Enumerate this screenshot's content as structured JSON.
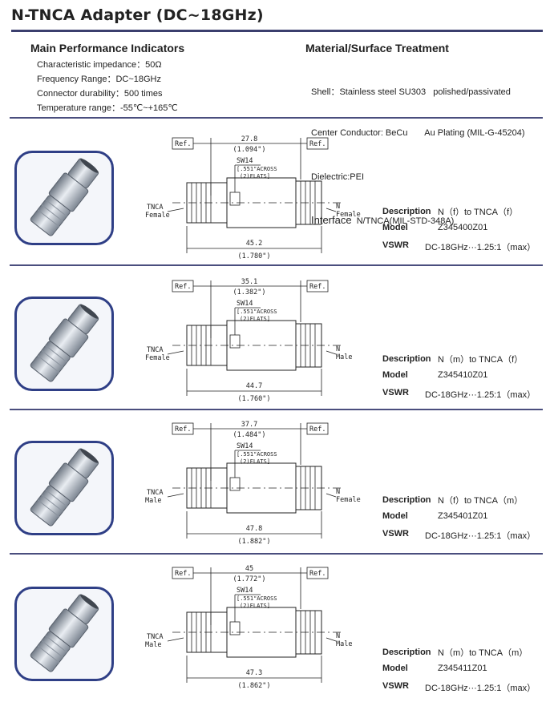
{
  "title": "N-TNCA Adapter (DC~18GHz)",
  "performance": {
    "heading": "Main Performance Indicators",
    "lines": [
      "Characteristic impedance：50Ω",
      "Frequency Range：DC~18GHz",
      "Connector durability：500 times",
      "Temperature range：-55℃~+165℃"
    ]
  },
  "material": {
    "heading": "Material/Surface Treatment",
    "shell": "Shell：Stainless steel SU303   polished/passivated",
    "center": "Center Conductor: BeCu       Au Plating (MIL-G-45204)",
    "dielectric": "Dielectric:PEI",
    "interface_label": "Interface",
    "interface_value": "N/TNCA(MIL-STD-348A)"
  },
  "labels": {
    "description": "Description",
    "model": "Model",
    "vswr": "VSWR"
  },
  "products": [
    {
      "description": "N（f）to TNCA（f）",
      "model": "Z345400Z01",
      "vswr": "DC-18GHz···1.25:1（max）",
      "dims": {
        "top": "27.8",
        "top_in": "(1.094\")",
        "sw": "SW14",
        "flats_a": "[.551\"ACROSS",
        "flats_b": "(2)FLATS]",
        "overall": "45.2",
        "overall_in": "(1.780\")",
        "ref": "Ref.",
        "left_a": "TNCA",
        "left_b": "Female",
        "right_a": "N",
        "right_b": "Female"
      }
    },
    {
      "description": "N（m）to TNCA（f）",
      "model": "Z345410Z01",
      "vswr": "DC-18GHz···1.25:1（max）",
      "dims": {
        "top": "35.1",
        "top_in": "(1.382\")",
        "sw": "SW14",
        "flats_a": "[.551\"ACROSS",
        "flats_b": "(2)FLATS]",
        "overall": "44.7",
        "overall_in": "(1.760\")",
        "ref": "Ref.",
        "left_a": "TNCA",
        "left_b": "Female",
        "right_a": "N",
        "right_b": "Male"
      }
    },
    {
      "description": "N（f）to TNCA（m）",
      "model": "Z345401Z01",
      "vswr": "DC-18GHz···1.25:1（max）",
      "dims": {
        "top": "37.7",
        "top_in": "(1.484\")",
        "sw": "SW14",
        "flats_a": "[.551\"ACROSS",
        "flats_b": "(2)FLATS]",
        "overall": "47.8",
        "overall_in": "(1.882\")",
        "ref": "Ref.",
        "left_a": "TNCA",
        "left_b": "Male",
        "right_a": "N",
        "right_b": "Female"
      }
    },
    {
      "description": "N（m）to TNCA（m）",
      "model": "Z345411Z01",
      "vswr": "DC-18GHz···1.25:1（max）",
      "dims": {
        "top": "45",
        "top_in": "(1.772\")",
        "sw": "SW14",
        "flats_a": "[.551\"ACROSS",
        "flats_b": "(2)FLATS]",
        "overall": "47.3",
        "overall_in": "(1.862\")",
        "ref": "Ref.",
        "left_a": "TNCA",
        "left_b": "Male",
        "right_a": "N",
        "right_b": "Male"
      }
    }
  ]
}
